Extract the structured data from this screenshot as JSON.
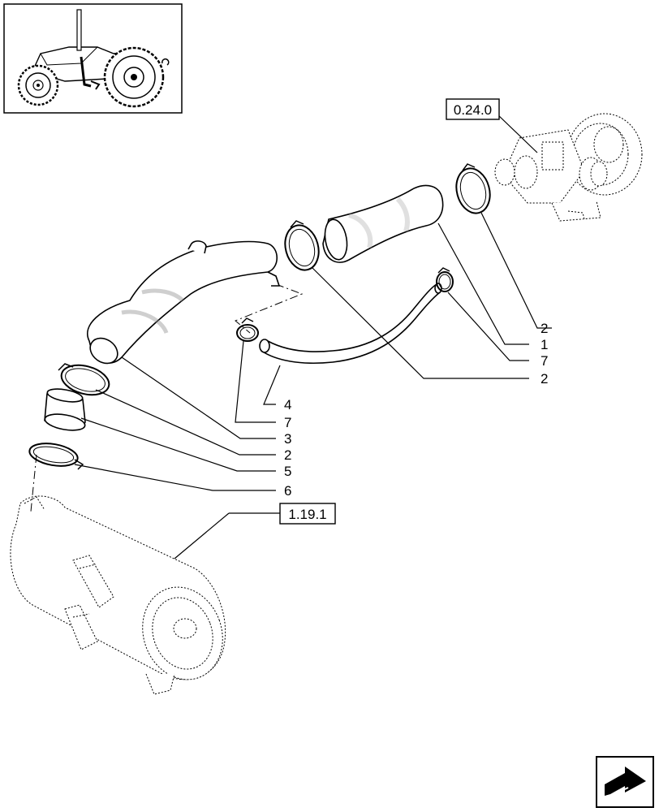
{
  "references": {
    "turbo": "0.24.0",
    "air_filter": "1.19.1"
  },
  "callouts": {
    "c_right_1": "2",
    "c_right_2": "1",
    "c_right_3": "7",
    "c_right_4": "2",
    "c_mid_1": "4",
    "c_mid_2": "7",
    "c_left_1": "3",
    "c_left_2": "2",
    "c_left_3": "5",
    "c_left_4": "6"
  },
  "icons": {
    "thumbnail": "tractor-thumbnail-icon",
    "navigation": "next-page-arrow-icon"
  }
}
